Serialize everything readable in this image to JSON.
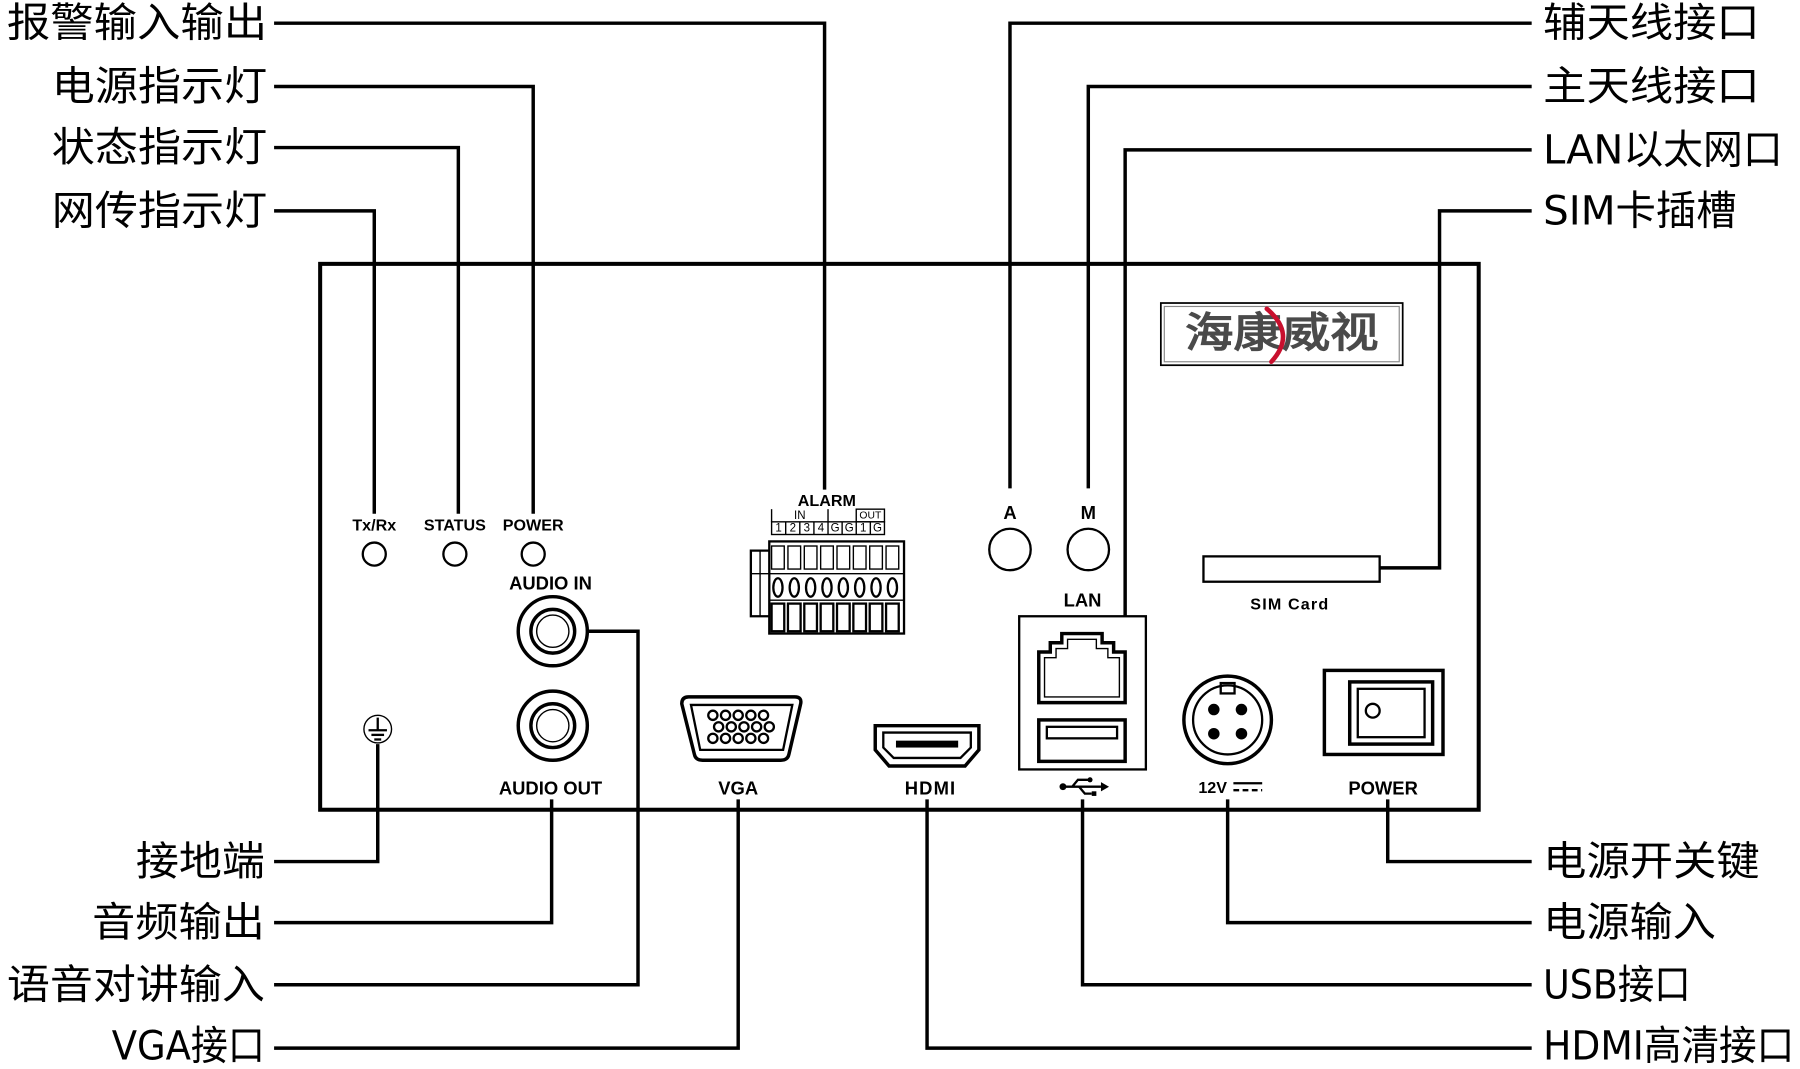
{
  "callouts": {
    "alarm_io": "报警输入输出",
    "power_led": "电源指示灯",
    "status_led": "状态指示灯",
    "network_led": "网传指示灯",
    "ground": "接地端",
    "audio_out": "音频输出",
    "audio_in": "语音对讲输入",
    "vga": "VGA接口",
    "aux_antenna": "辅天线接口",
    "main_antenna": "主天线接口",
    "lan": "LAN以太网口",
    "sim": "SIM卡插槽",
    "power_switch": "电源开关键",
    "power_input": "电源输入",
    "usb": "USB接口",
    "hdmi": "HDMI高清接口"
  },
  "panel": {
    "logo": "海康威视",
    "led_txrx": "Tx/Rx",
    "led_status": "STATUS",
    "led_power": "POWER",
    "audio_in": "AUDIO IN",
    "audio_out": "AUDIO OUT",
    "alarm": {
      "title": "ALARM",
      "in": "IN",
      "out": "OUT",
      "pins": [
        "1",
        "2",
        "3",
        "4",
        "G",
        "G",
        "1",
        "G"
      ]
    },
    "antenna_aux": "A",
    "antenna_main": "M",
    "lan": "LAN",
    "sim_card": "SIM Card",
    "vga": "VGA",
    "hdmi": "HDMI",
    "power_input": "12V",
    "power_switch": "POWER"
  },
  "colors": {
    "ink": "#000000",
    "logo_text": "#4a4a4a",
    "logo_accent": "#c8102e",
    "background": "#ffffff"
  },
  "icons": [
    "ground-icon",
    "usb-icon",
    "dc-power-icon"
  ]
}
